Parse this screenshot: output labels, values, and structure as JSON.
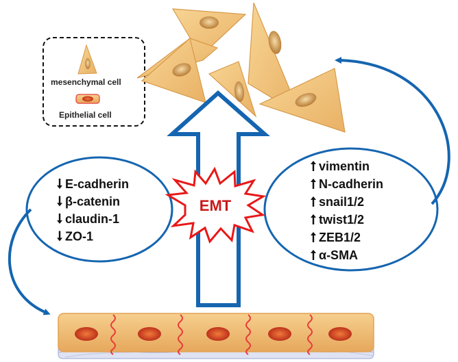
{
  "legend": {
    "mesenchymal_label": "mesenchymal cell",
    "epithelial_label": "Epithelial cell"
  },
  "center_label": "EMT",
  "down_markers": {
    "items": [
      "E-cadherin",
      "β-catenin",
      "claudin-1",
      "ZO-1"
    ]
  },
  "up_markers": {
    "items": [
      "vimentin",
      "N-cadherin",
      "snail1/2",
      "twist1/2",
      "ZEB1/2",
      "α-SMA"
    ]
  },
  "colors": {
    "ellipse_stroke": "#1565b0",
    "arrow_stroke": "#1565b0",
    "cell_fill": "#f2c27a",
    "cell_edge": "#d79a4a",
    "nucleus": "#c9904a",
    "epi_nucleus": "#d84a2a",
    "junction": "#e83a3a",
    "burst_stroke": "#e81818",
    "emt_text": "#c81818"
  }
}
